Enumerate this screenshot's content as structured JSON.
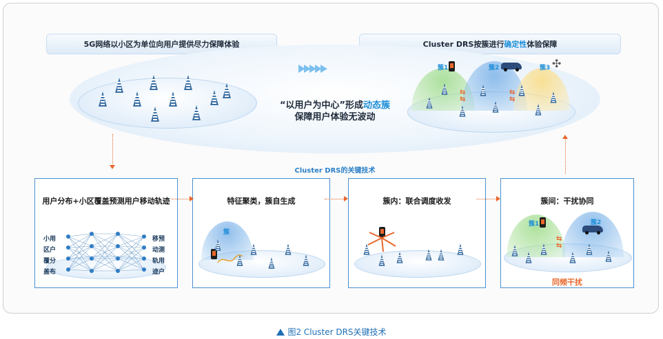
{
  "banners": {
    "left": "5G网络以小区为单位向用户提供尽力保障体验",
    "right_prefix": "Cluster DRS按簇进行",
    "right_highlight": "确定性",
    "right_suffix": "体验保障"
  },
  "center": {
    "line1_prefix": "“以用户为中心”形成",
    "line1_highlight": "动态簇",
    "line2": "保障用户体验无波动"
  },
  "clusters_top": [
    "簇1",
    "簇2",
    "簇3"
  ],
  "section_title": "Cluster DRS的关键技术",
  "boxes": [
    {
      "title": "用户分布+小区覆盖预测用户移动轨迹"
    },
    {
      "title": "特征聚类，簇自生成"
    },
    {
      "title": "簇内：联合调度收发"
    },
    {
      "title": "簇间：干扰协同"
    }
  ],
  "nn_labels": {
    "left": [
      "小用",
      "区户",
      "覆分",
      "盖布"
    ],
    "right": [
      "移预",
      "动测",
      "轨用",
      "迹户"
    ]
  },
  "box2_cluster": "簇",
  "box4_clusters": [
    "簇1",
    "簇2"
  ],
  "box4_tag": "同频干扰",
  "caption": "图2  Cluster DRS关键技术",
  "colors": {
    "accent_blue": "#1f8fd8",
    "arrow_orange": "#e8672a",
    "box_border": "#4a8fd0"
  }
}
